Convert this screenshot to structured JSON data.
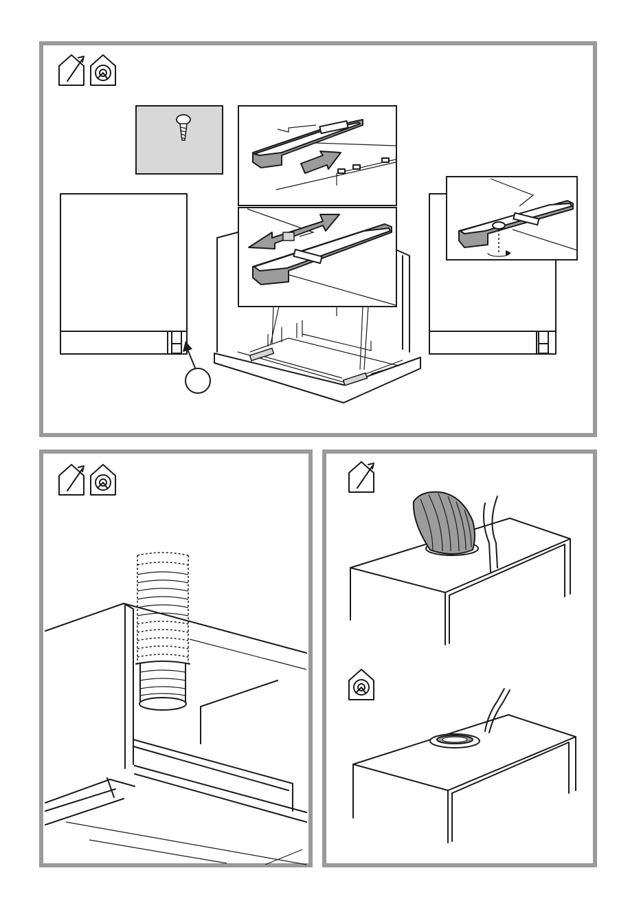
{
  "panels": [
    {
      "id": "mounting",
      "icons": [
        "extraction-mode-icon",
        "recirculation-mode-icon"
      ]
    },
    {
      "id": "duct-connection",
      "icons": [
        "extraction-mode-icon",
        "recirculation-mode-icon"
      ]
    },
    {
      "id": "cabinet-preparation",
      "icons": [
        "extraction-mode-icon",
        "recirculation-mode-icon"
      ]
    }
  ],
  "colors": {
    "frame": "#9a9a9a",
    "part": "#9c9c9c",
    "line": "#1a1a1a"
  }
}
